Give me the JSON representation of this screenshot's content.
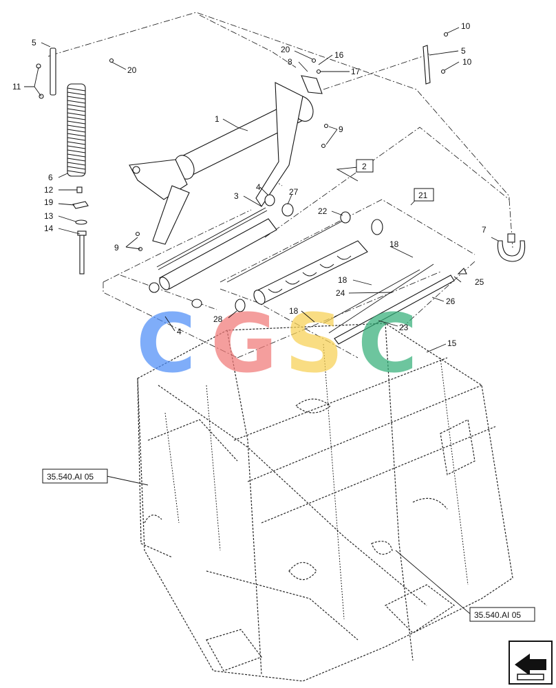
{
  "callouts": {
    "c1": "1",
    "c2": "2",
    "c3": "3",
    "c4a": "4",
    "c4b": "4",
    "c5a": "5",
    "c5b": "5",
    "c6": "6",
    "c7": "7",
    "c8": "8",
    "c9a": "9",
    "c9b": "9",
    "c10a": "10",
    "c10b": "10",
    "c11": "11",
    "c12": "12",
    "c13": "13",
    "c14": "14",
    "c15": "15",
    "c16": "16",
    "c17": "17",
    "c18a": "18",
    "c18b": "18",
    "c18c": "18",
    "c19": "19",
    "c20a": "20",
    "c20b": "20",
    "c21": "21",
    "c22": "22",
    "c23": "23",
    "c24": "24",
    "c25": "25",
    "c26": "26",
    "c27": "27",
    "c28": "28"
  },
  "references": {
    "left": "35.540.AI 05",
    "right": "35.540.AI 05"
  },
  "watermark": {
    "letters": [
      "C",
      "G",
      "S",
      "C"
    ],
    "colors": [
      "#4f8ef7",
      "#f07a78",
      "#f7d154",
      "#35b07a"
    ]
  },
  "nav_icon": "previous-page-arrow-icon"
}
